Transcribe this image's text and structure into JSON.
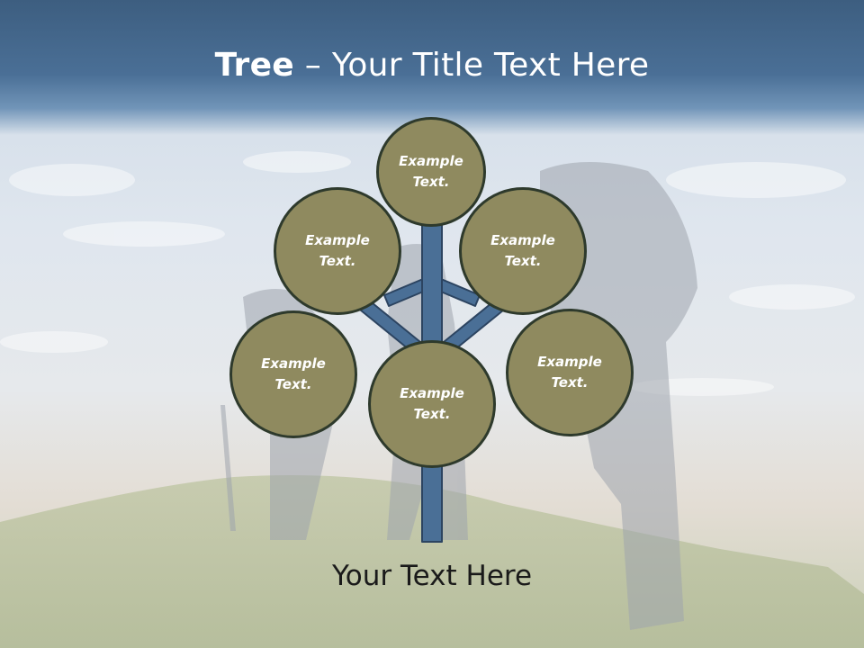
{
  "slide": {
    "title_bold": "Tree",
    "title_rest": " – Your Title Text Here",
    "subtitle": "Your Text Here"
  },
  "nodes": [
    {
      "id": "top",
      "text": "Example Text."
    },
    {
      "id": "upper-left",
      "text": "Example Text."
    },
    {
      "id": "upper-right",
      "text": "Example Text."
    },
    {
      "id": "lower-left",
      "text": "Example Text."
    },
    {
      "id": "lower-right",
      "text": "Example Text."
    },
    {
      "id": "center",
      "text": "Example Text."
    }
  ],
  "colors": {
    "title_bar": "#3d5e80",
    "node_fill": "#8f8a5f",
    "node_border": "#2e3a2c",
    "trunk_fill": "#4a6f96",
    "trunk_border": "#2c4461"
  }
}
